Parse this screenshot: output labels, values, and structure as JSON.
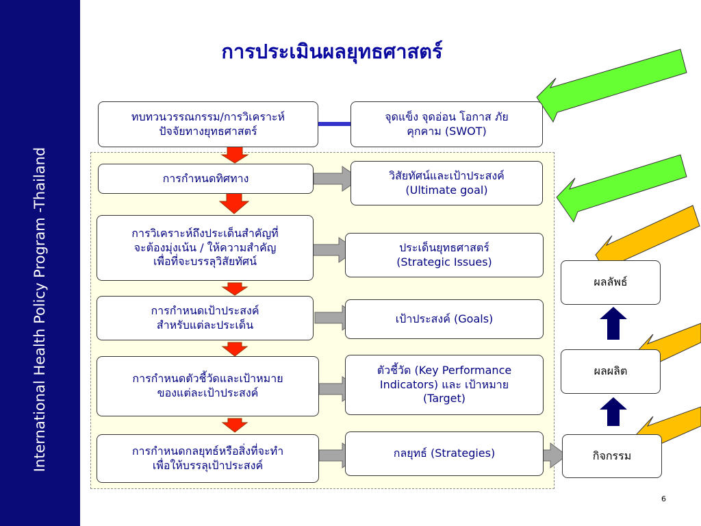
{
  "sidebar": {
    "text": "International Health Policy Program -Thailand"
  },
  "title": "การประเมินผลยุทธศาสตร์",
  "left_boxes": [
    "ทบทวนวรรณกรรม/การวิเคราะห์\nปัจจัยทางยุทธศาสตร์",
    "การกำหนดทิศทาง",
    "การวิเคราะห์ถึงประเด็นสำคัญที่\nจะต้องมุ่งเน้น / ให้ความสำคัญ\nเพื่อที่จะบรรลุวิสัยทัศน์",
    "การกำหนดเป้าประสงค์\nสำหรับแต่ละประเด็น",
    "การกำหนดตัวชี้วัดและเป้าหมาย\nของแต่ละเป้าประสงค์",
    "การกำหนดกลยุทธ์หรือสิ่งที่จะทำ\nเพื่อให้บรรลุเป้าประสงค์"
  ],
  "right_boxes": [
    "จุดแข็ง จุดอ่อน โอกาส ภัย\nคุกคาม (SWOT)",
    "วิสัยทัศน์และเป้าประสงค์\n(Ultimate goal)",
    "ประเด็นยุทธศาสตร์\n(Strategic Issues)",
    "เป้าประสงค์ (Goals)",
    "ตัวชี้วัด (Key Performance\nIndicators) และ เป้าหมาย\n(Target)",
    "กลยุทธ์ (Strategies)"
  ],
  "result_boxes": {
    "outcome": "ผลลัพธ์",
    "output": "ผลผลิต",
    "activity": "กิจกรรม"
  },
  "colors": {
    "sidebar": "#0a0a78",
    "title": "#0a0aa0",
    "panel": "#ffffe6",
    "down_arrow": "#ff2200",
    "gray_arrow": "#a6a6a6",
    "green_arrow": "#66ff33",
    "gold_arrow": "#ffc000",
    "connector": "#3333cc",
    "up_arrow": "#000066"
  },
  "page_number": "6"
}
